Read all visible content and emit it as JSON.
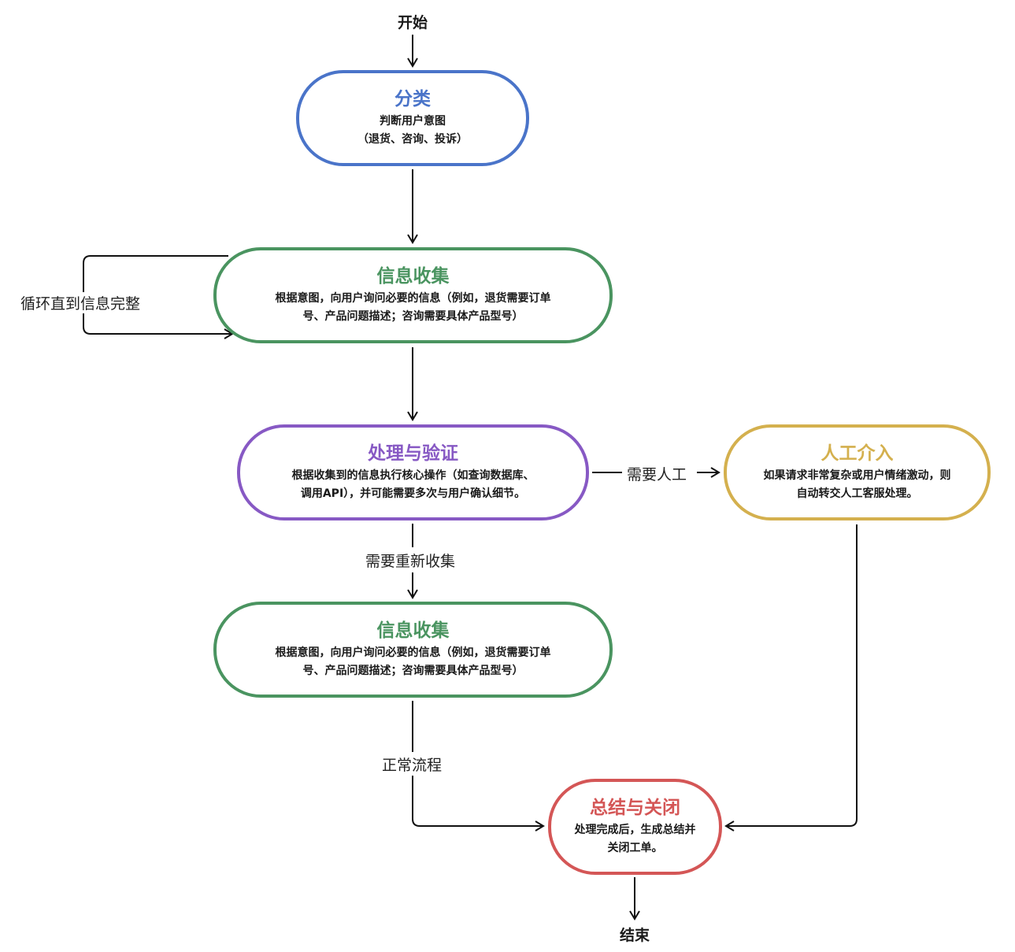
{
  "start_label": "开始",
  "end_label": "结束",
  "colors": {
    "blue": "#4a74c9",
    "green": "#4a9460",
    "purple": "#8759c4",
    "gold": "#d4b04e",
    "red": "#d45656",
    "line": "#111111"
  },
  "nodes": {
    "classify": {
      "title": "分类",
      "desc": "判断用户意图\n（退货、咨询、投诉）"
    },
    "collect1": {
      "title": "信息收集",
      "desc": "根据意图，向用户询问必要的信息（例如，退货需要订单\n号、产品问题描述；咨询需要具体产品型号）"
    },
    "process": {
      "title": "处理与验证",
      "desc": "根据收集到的信息执行核心操作（如查询数据库、\n调用API），并可能需要多次与用户确认细节。"
    },
    "human": {
      "title": "人工介入",
      "desc": "如果请求非常复杂或用户情绪激动，则\n自动转交人工客服处理。"
    },
    "collect2": {
      "title": "信息收集",
      "desc": "根据意图，向用户询问必要的信息（例如，退货需要订单\n号、产品问题描述；咨询需要具体产品型号）"
    },
    "close": {
      "title": "总结与关闭",
      "desc": "处理完成后，生成总结并\n关闭工单。"
    }
  },
  "edge_labels": {
    "loop": "循环直到信息完整",
    "need_human": "需要人工",
    "recollect": "需要重新收集",
    "normal": "正常流程"
  }
}
